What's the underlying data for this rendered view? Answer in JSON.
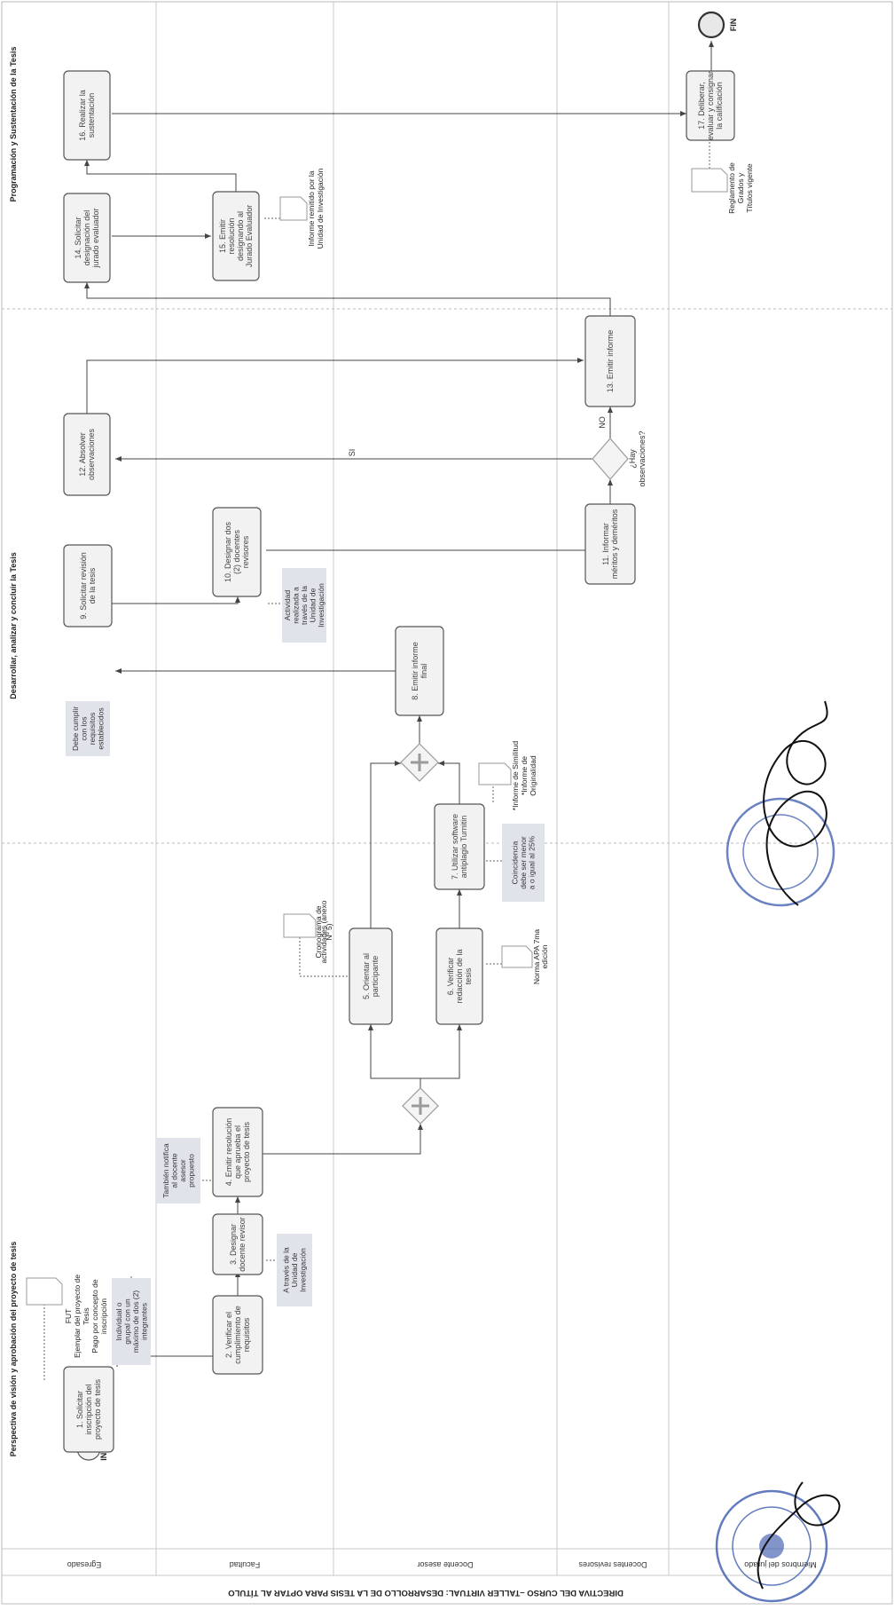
{
  "title": "DIRECTIVA DEL CURSO –TALLER VIRTUAL: DESARROLLO DE LA TESIS PARA OPTAR AL TÍTULO",
  "lanes": [
    "Egresado",
    "Facultad",
    "Docente asesor",
    "Docentes revisores",
    "Miembros del jurado"
  ],
  "phases": [
    "Perspectiva de visión y aprobación del proyecto de tesis",
    "Desarrollar, analizar y concluir la Tesis",
    "Programación y Sustentación de la Tesis"
  ],
  "events": {
    "start": "INICIO",
    "end": "FIN"
  },
  "tasks": {
    "t1": [
      "1. Solicitar",
      "inscripción del",
      "proyecto de tesis"
    ],
    "t2": [
      "2. Verificar el",
      "cumplimiento de",
      "requisitos"
    ],
    "t3": [
      "3. Designar",
      "docente revisor"
    ],
    "t4": [
      "4. Emitir resolución",
      "que aprueba el",
      "proyecto de tesis"
    ],
    "t5": [
      "5. Orientar al",
      "participante"
    ],
    "t6": [
      "6. Verificar",
      "redacción de la",
      "tesis"
    ],
    "t7": [
      "7. Utilizar software",
      "antiplagio Turnitin"
    ],
    "t8": [
      "8. Emitir informe",
      "final"
    ],
    "t9": [
      "9. Solicitar revisión",
      "de la tesis"
    ],
    "t10": [
      "10. Designar dos",
      "(2) docentes",
      "revisores"
    ],
    "t11": [
      "11. Informar",
      "méritos y deméritos"
    ],
    "t12": [
      "12. Absolver",
      "observaciones"
    ],
    "t13": [
      "13. Emitir informe"
    ],
    "t14": [
      "14. Solicitar",
      "designación del",
      "jurado evaluador"
    ],
    "t15": [
      "15. Emitir",
      "resolución",
      "designando al",
      "Jurado Evaluador"
    ],
    "t16": [
      "16. Realizar la",
      "sustentación"
    ],
    "t17": [
      "17. Deliberar,",
      "evaluar y consignar",
      "la calificación"
    ]
  },
  "notes": {
    "n1": [
      "Individual o",
      "grupal con un",
      "máximo de dos (2)",
      "integrantes"
    ],
    "n2": [
      "A través de la",
      "Unidad de",
      "Investigación"
    ],
    "n3": [
      "También notifica",
      "al docente",
      "asesor",
      "propuesto"
    ],
    "n4": [
      "Coincidencia",
      "debe ser menor",
      "a o igual al 25%"
    ],
    "n5": [
      "Debe cumplir",
      "con los",
      "requisitos",
      "establecidos"
    ],
    "n6": [
      "Actividad",
      "realizada a",
      "través de la",
      "Unidad de",
      "Investigación"
    ]
  },
  "documents": {
    "d1": [
      "FUT",
      "Ejemplar del proyecto de",
      "Tesis",
      "Pago por concepto de",
      "inscripción"
    ],
    "d2": [
      "Norma APA 7ma",
      "edición"
    ],
    "d3": [
      "Cronograma de",
      "actividades (anexo",
      "Nº 5)"
    ],
    "d4": [
      "*Informe de Similitud",
      "*Informe de",
      "Originalidad"
    ],
    "d5": [
      "Informe remitido por la",
      "Unidad de Investigación"
    ],
    "d6": [
      "Reglamento de",
      "Grados y",
      "Títulos vigente"
    ]
  },
  "gateway": {
    "question": [
      "¿Hay",
      "observaciones?"
    ],
    "yes": "SI",
    "no": "NO"
  },
  "colors": {
    "task_fill": "#f2f2f2",
    "note_fill": "#e1e3ea",
    "gateway": "#9a9a9a",
    "stamp": "#2d4fa8"
  }
}
